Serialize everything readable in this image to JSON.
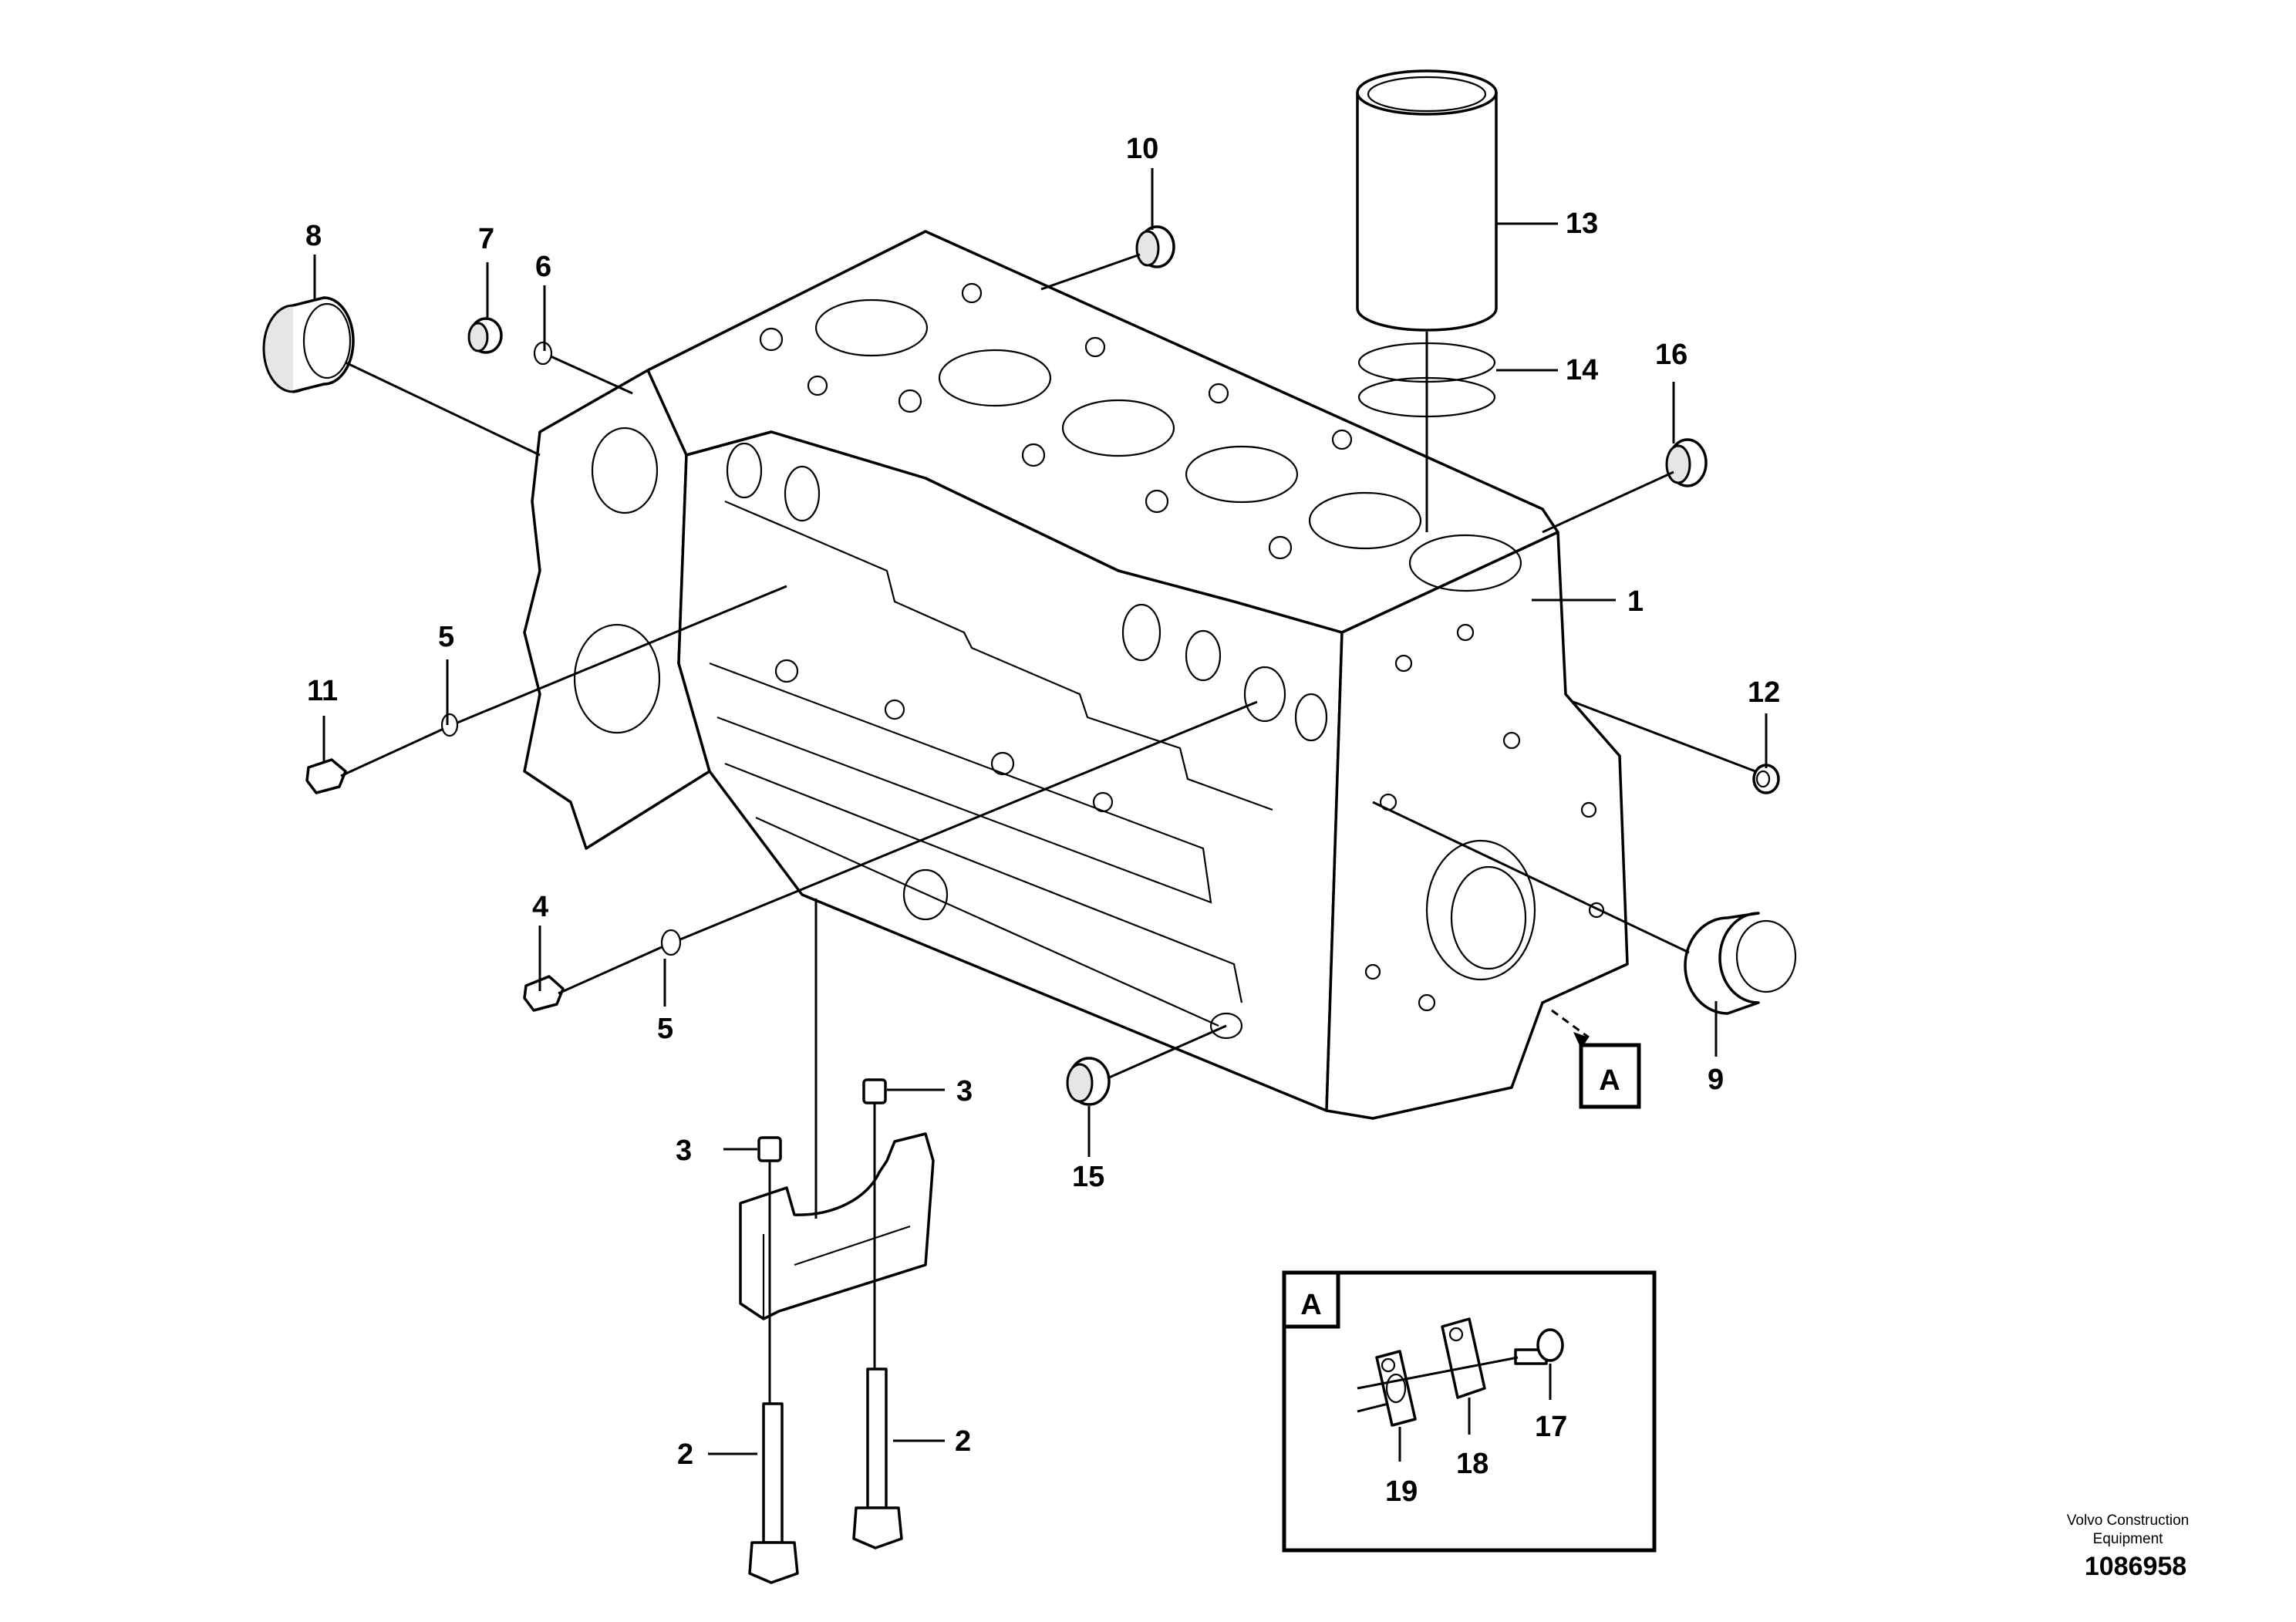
{
  "callouts": [
    "1",
    "2",
    "2",
    "3",
    "3",
    "4",
    "5",
    "5",
    "6",
    "7",
    "8",
    "9",
    "10",
    "11",
    "12",
    "13",
    "14",
    "15",
    "16",
    "17",
    "18",
    "19"
  ],
  "view_marker": "A",
  "detail_label": "A",
  "brand": {
    "line1": "Volvo Construction",
    "line2": "Equipment"
  },
  "document_number": "1086958"
}
